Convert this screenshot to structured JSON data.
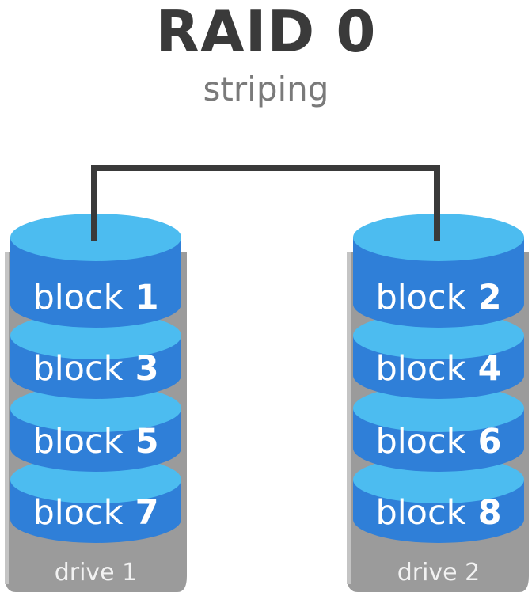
{
  "title": "RAID 0",
  "subtitle": "striping",
  "drives": [
    {
      "label": "drive 1",
      "blocks": [
        {
          "word": "block",
          "num": "1"
        },
        {
          "word": "block",
          "num": "3"
        },
        {
          "word": "block",
          "num": "5"
        },
        {
          "word": "block",
          "num": "7"
        }
      ]
    },
    {
      "label": "drive 2",
      "blocks": [
        {
          "word": "block",
          "num": "2"
        },
        {
          "word": "block",
          "num": "4"
        },
        {
          "word": "block",
          "num": "6"
        },
        {
          "word": "block",
          "num": "8"
        }
      ]
    }
  ],
  "colors": {
    "title": "#3a3a3a",
    "subtitle": "#7a7a7a",
    "drive_body": "#9b9b9b",
    "drive_edge": "#c4c4c4",
    "block_side": "#2f7fd8",
    "block_top": "#4cbcf0",
    "connector": "#3a3a3a"
  }
}
